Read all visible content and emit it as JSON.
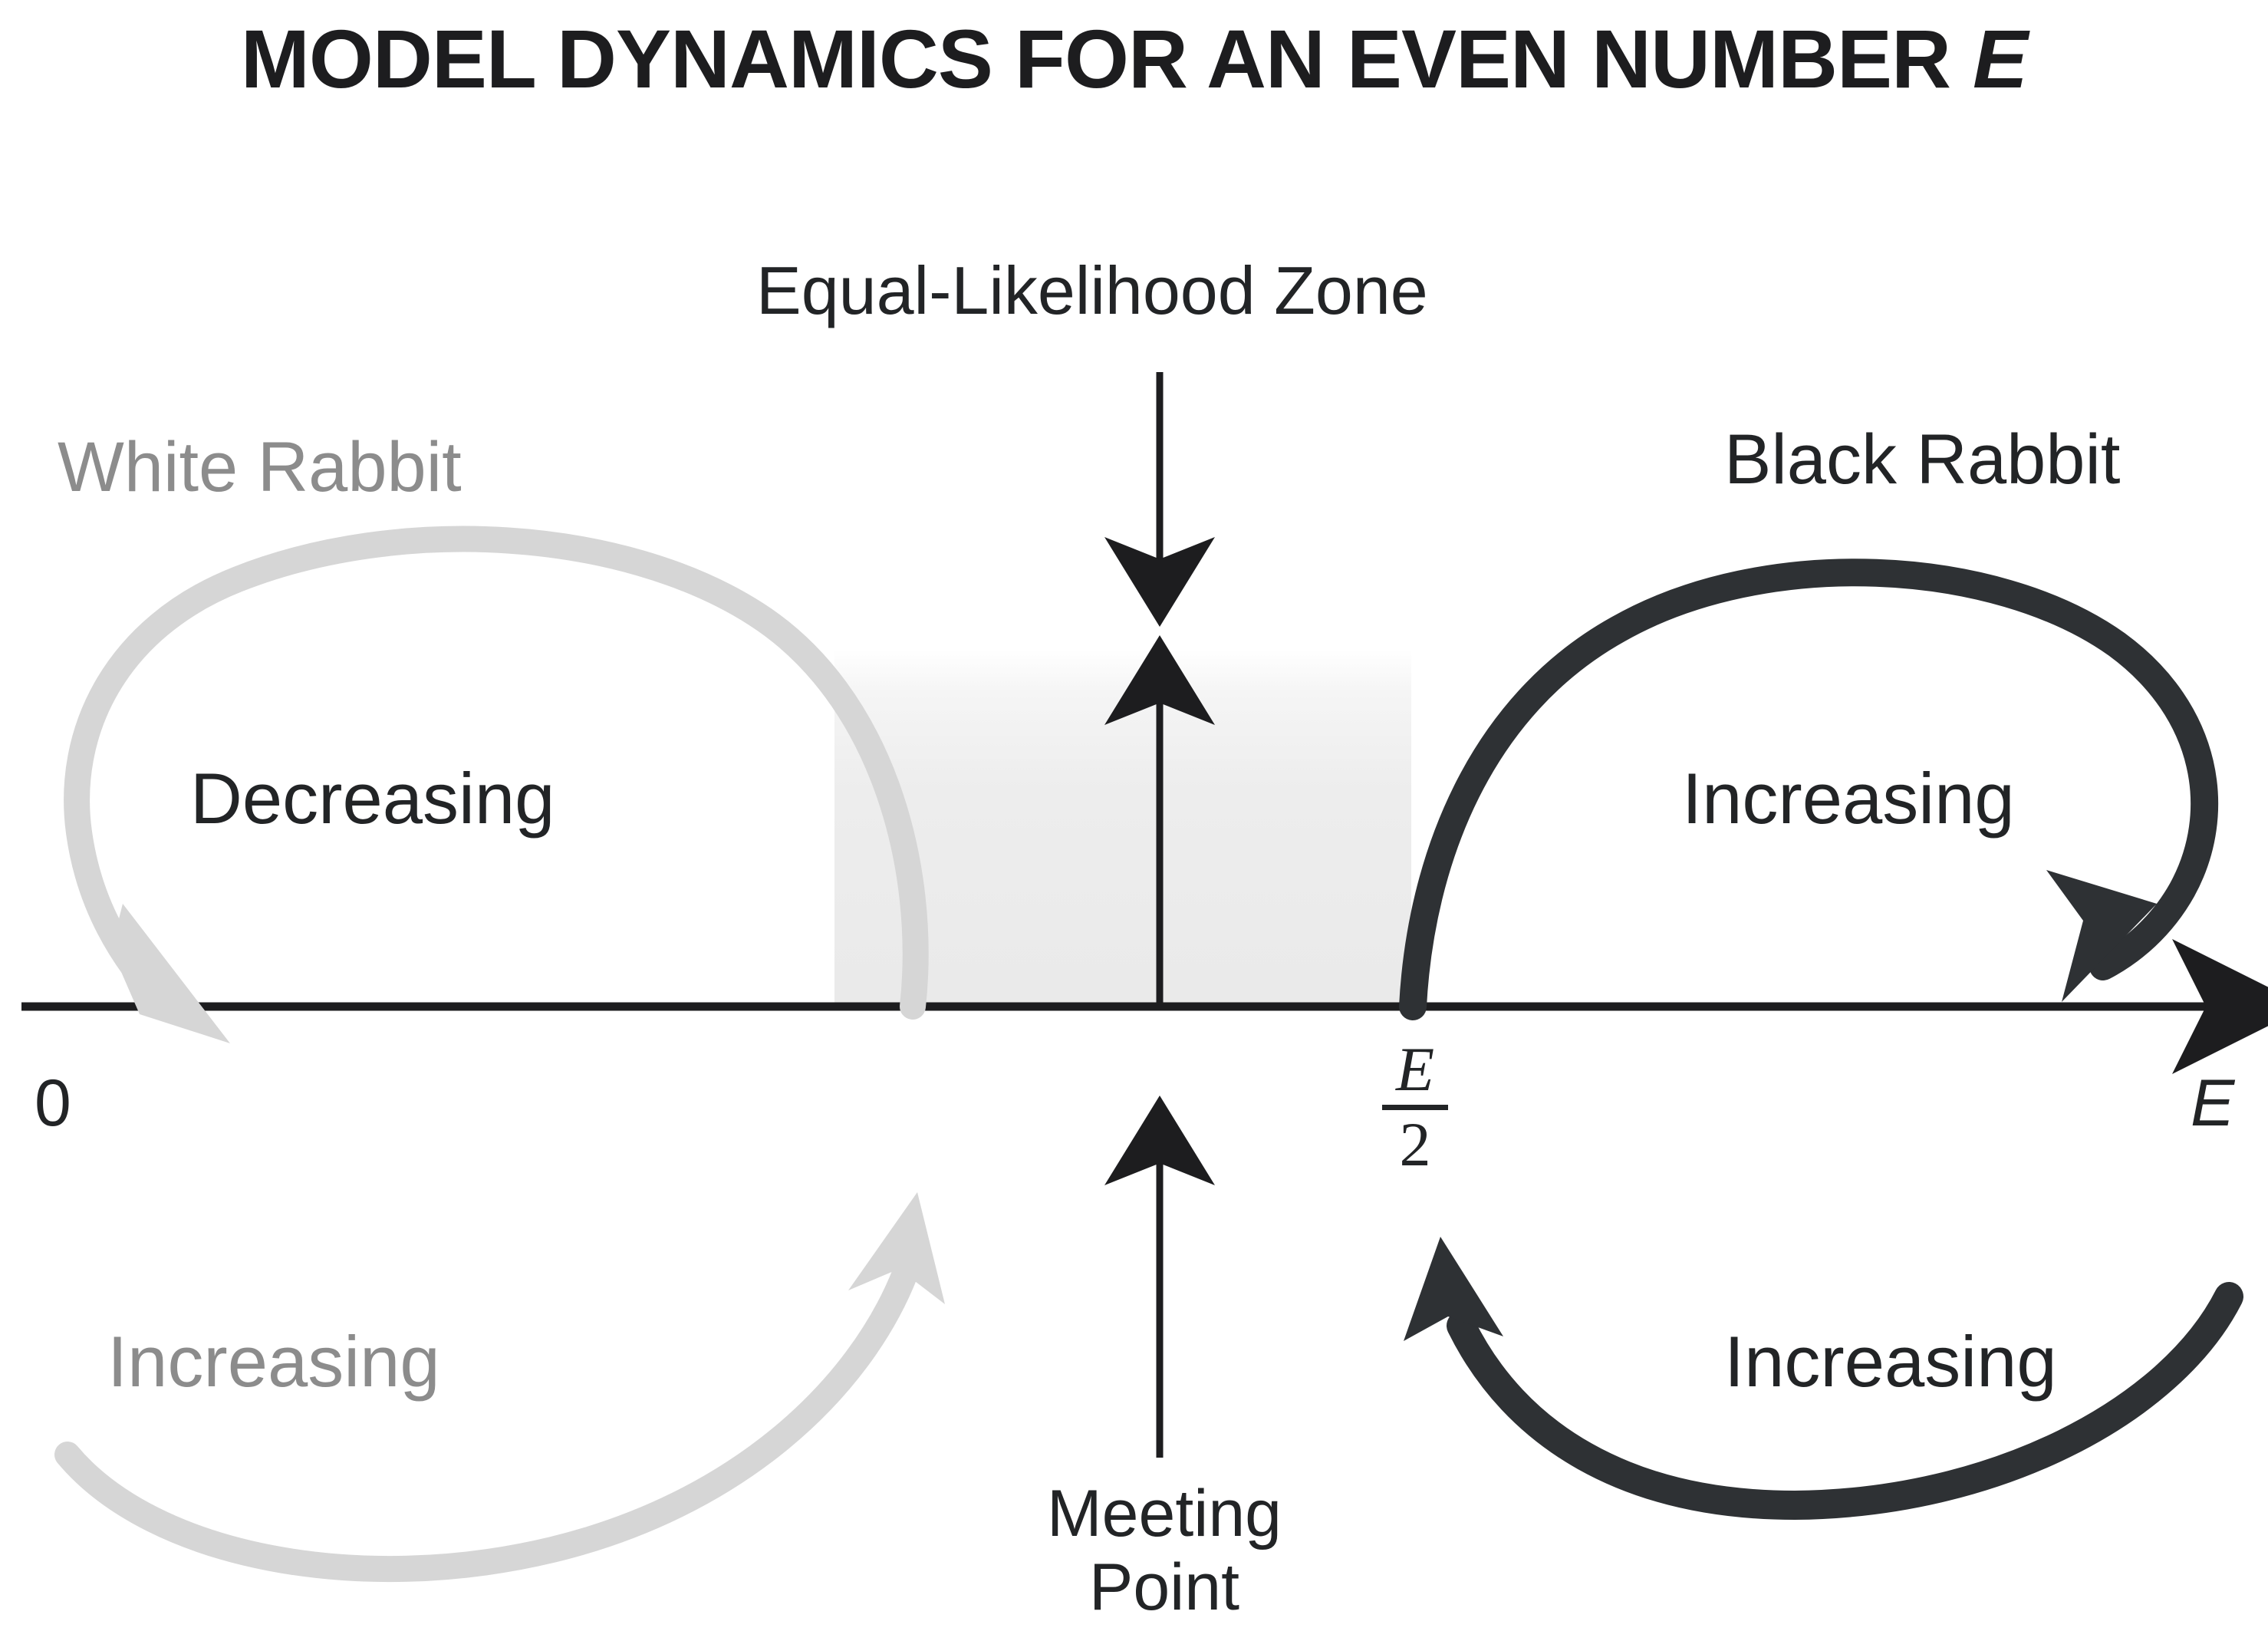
{
  "title": {
    "text_before": "MODEL DYNAMICS FOR AN EVEN NUMBER ",
    "variable": "E",
    "full": "MODEL DYNAMICS FOR AN EVEN NUMBER E"
  },
  "labels": {
    "white_rabbit": "White Rabbit",
    "black_rabbit": "Black Rabbit",
    "equal_likelihood_zone": "Equal-Likelihood Zone",
    "decreasing": "Decreasing",
    "increasing_left": "Increasing",
    "increasing_upper_right": "Increasing",
    "increasing_lower_right": "Increasing",
    "meeting_point_line1": "Meeting",
    "meeting_point_line2": "Point"
  },
  "axis": {
    "origin_label": "0",
    "end_label": "E",
    "midpoint_numerator": "E",
    "midpoint_denominator": "2",
    "midpoint_label": "E/2",
    "direction": "left-to-right",
    "has_arrowhead": true
  },
  "colors": {
    "white_rabbit_stroke": "#d6d6d6",
    "white_rabbit_text": "#8c8c8c",
    "black_rabbit_stroke": "#2e3134",
    "black_rabbit_text": "#222426",
    "axis": "#1d1d1f",
    "title": "#1d1d1f",
    "zone_band": "#9a9a9a",
    "background": "#ffffff"
  },
  "chart_data": {
    "type": "diagram",
    "title": "MODEL DYNAMICS FOR AN EVEN NUMBER E",
    "axis": {
      "label": "E",
      "ticks": [
        {
          "position": 0.0,
          "label": "0"
        },
        {
          "position": 0.5,
          "label": "E/2"
        },
        {
          "position": 1.0,
          "label": "E"
        }
      ],
      "xlim": [
        0,
        1
      ],
      "grid": false
    },
    "regions": [
      {
        "name": "Equal-Likelihood Zone",
        "start": 0.37,
        "end": 0.63,
        "shading": "vertical-gradient",
        "annotation": "Equal-Likelihood Zone",
        "annotation_arrow": "down"
      }
    ],
    "markers": [
      {
        "name": "Meeting Point",
        "position": 0.5,
        "annotation": "Meeting Point",
        "annotation_arrow": "up",
        "above_axis_arrow": "up"
      }
    ],
    "series": [
      {
        "name": "White Rabbit",
        "color": "#d6d6d6",
        "arcs": [
          {
            "label": "Decreasing",
            "side": "above-axis",
            "from": 0.4,
            "to": 0.07,
            "direction": "leftward-down"
          },
          {
            "label": "Increasing",
            "side": "below-axis",
            "from": 0.02,
            "to": 0.4,
            "direction": "rightward-up"
          }
        ]
      },
      {
        "name": "Black Rabbit",
        "color": "#2e3134",
        "arcs": [
          {
            "label": "Increasing",
            "side": "above-axis",
            "from": 0.62,
            "to": 0.93,
            "direction": "rightward-down"
          },
          {
            "label": "Increasing",
            "side": "below-axis",
            "from": 0.99,
            "to": 0.64,
            "direction": "leftward-up"
          }
        ]
      }
    ],
    "legend": {
      "position": "inline-labels",
      "entries": [
        "White Rabbit",
        "Black Rabbit"
      ]
    }
  }
}
